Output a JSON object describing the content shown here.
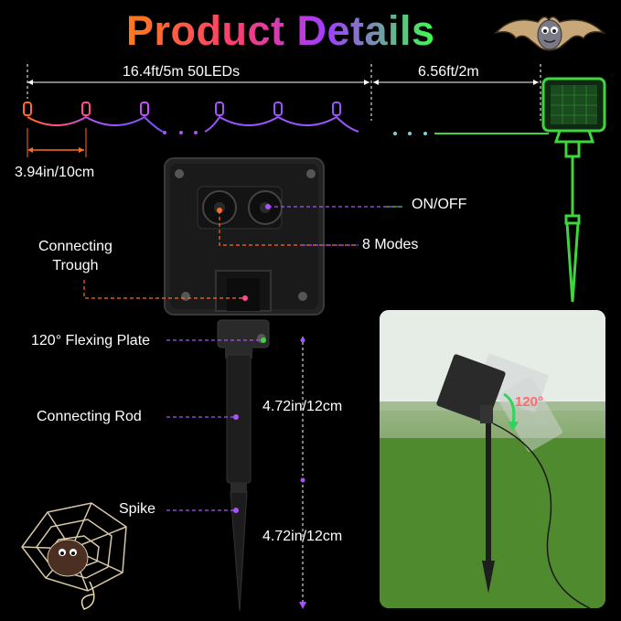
{
  "title": "Product Details",
  "dimensions": {
    "string_length": "16.4ft/5m 50LEDs",
    "lead_wire": "6.56ft/2m",
    "led_spacing": "3.94in/10cm",
    "upper_height": "4.72in/12cm",
    "lower_height": "4.72in/12cm"
  },
  "callouts": {
    "on_off": "ON/OFF",
    "modes": "8 Modes",
    "trough": "Connecting\nTrough",
    "plate": "120° Flexing Plate",
    "rod": "Connecting Rod",
    "spike": "Spike"
  },
  "photo": {
    "angle_label": "120°"
  },
  "colors": {
    "orange": "#ff6a2a",
    "pink": "#ff4d8d",
    "purple": "#a855f7",
    "green": "#3dd63d",
    "teal": "#7fd0d0"
  },
  "icons": [
    "bat-icon",
    "spider-web-icon",
    "solar-panel-icon"
  ]
}
